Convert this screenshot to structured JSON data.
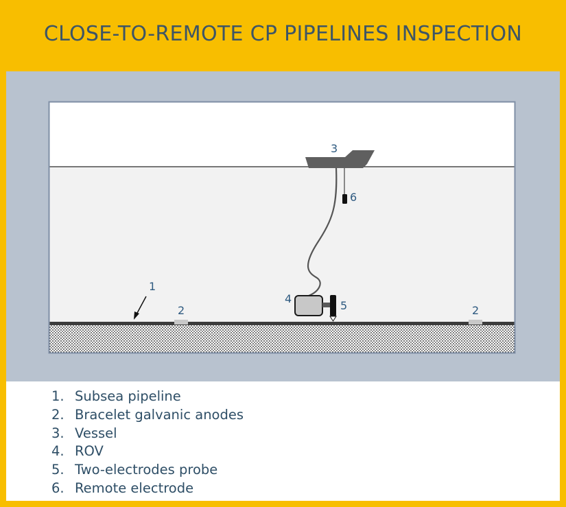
{
  "title": "CLOSE-TO-REMOTE CP PIPELINES INSPECTION",
  "callouts": {
    "pipeline": "1",
    "anode_left": "2",
    "anode_right": "2",
    "vessel": "3",
    "rov": "4",
    "probe": "5",
    "remote_electrode": "6"
  },
  "legend": [
    {
      "num": "1.",
      "text": "Subsea pipeline"
    },
    {
      "num": "2.",
      "text": "Bracelet galvanic anodes"
    },
    {
      "num": "3.",
      "text": "Vessel"
    },
    {
      "num": "4.",
      "text": "ROV"
    },
    {
      "num": "5.",
      "text": "Two-electrodes probe"
    },
    {
      "num": "6.",
      "text": "Remote electrode"
    }
  ],
  "colors": {
    "frame": "#f8be00",
    "panel": "#b8c2cf",
    "water": "#f2f2f2",
    "sky": "#ffffff",
    "title": "#3d5566",
    "labels": "#2e5a80"
  }
}
